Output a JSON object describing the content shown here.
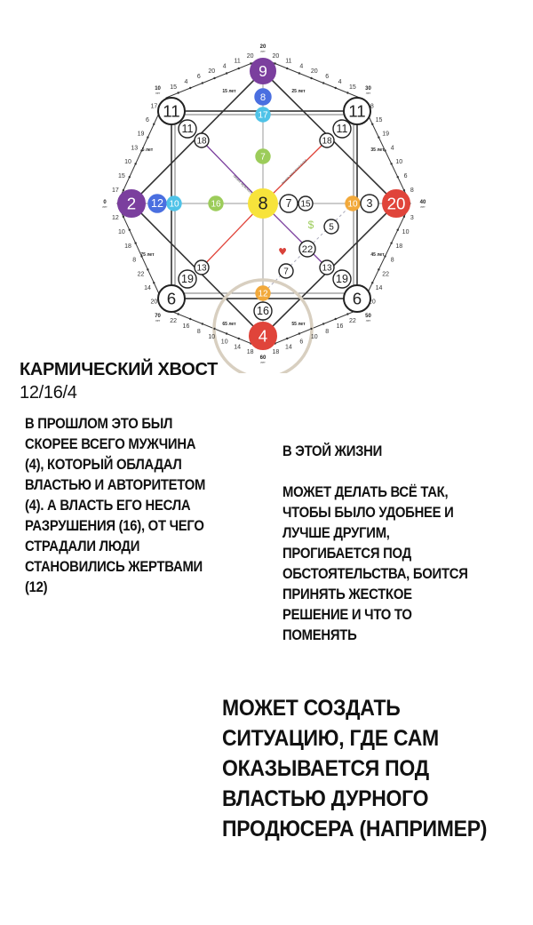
{
  "diagram": {
    "nodes": [
      {
        "id": "top",
        "value": "9",
        "color": "#7b3f9e",
        "text_color": "#ffffff"
      },
      {
        "id": "top2",
        "value": "8",
        "color": "#4a6fe0",
        "text_color": "#ffffff"
      },
      {
        "id": "top3",
        "value": "17",
        "color": "#4fc3e8",
        "text_color": "#ffffff"
      },
      {
        "id": "top4",
        "value": "7",
        "color": "#9ccc5a",
        "text_color": "#ffffff"
      },
      {
        "id": "center",
        "value": "8",
        "color": "#f7e33b",
        "text_color": "#222222"
      },
      {
        "id": "c_r1",
        "value": "7",
        "color": "#ffffff",
        "text_color": "#222222"
      },
      {
        "id": "c_r2",
        "value": "15",
        "color": "#ffffff",
        "text_color": "#222222"
      },
      {
        "id": "right3",
        "value": "10",
        "color": "#f2a93b",
        "text_color": "#ffffff"
      },
      {
        "id": "right2",
        "value": "3",
        "color": "#ffffff",
        "text_color": "#222222"
      },
      {
        "id": "right",
        "value": "20",
        "color": "#e0443a",
        "text_color": "#ffffff"
      },
      {
        "id": "left",
        "value": "2",
        "color": "#7b3f9e",
        "text_color": "#ffffff"
      },
      {
        "id": "left2",
        "value": "12",
        "color": "#4a6fe0",
        "text_color": "#ffffff"
      },
      {
        "id": "left3",
        "value": "10",
        "color": "#4fc3e8",
        "text_color": "#ffffff"
      },
      {
        "id": "left4",
        "value": "16",
        "color": "#9ccc5a",
        "text_color": "#ffffff"
      },
      {
        "id": "tl",
        "value": "11",
        "color": "#ffffff",
        "text_color": "#222222"
      },
      {
        "id": "tl2",
        "value": "11",
        "color": "#ffffff",
        "text_color": "#222222"
      },
      {
        "id": "tl3",
        "value": "18",
        "color": "#ffffff",
        "text_color": "#222222"
      },
      {
        "id": "tr",
        "value": "11",
        "color": "#ffffff",
        "text_color": "#222222"
      },
      {
        "id": "tr2",
        "value": "11",
        "color": "#ffffff",
        "text_color": "#222222"
      },
      {
        "id": "tr3",
        "value": "18",
        "color": "#ffffff",
        "text_color": "#222222"
      },
      {
        "id": "bl",
        "value": "6",
        "color": "#ffffff",
        "text_color": "#222222"
      },
      {
        "id": "bl2",
        "value": "19",
        "color": "#ffffff",
        "text_color": "#222222"
      },
      {
        "id": "bl3",
        "value": "13",
        "color": "#ffffff",
        "text_color": "#222222"
      },
      {
        "id": "br",
        "value": "6",
        "color": "#ffffff",
        "text_color": "#222222"
      },
      {
        "id": "br2",
        "value": "19",
        "color": "#ffffff",
        "text_color": "#222222"
      },
      {
        "id": "br3",
        "value": "13",
        "color": "#ffffff",
        "text_color": "#222222"
      },
      {
        "id": "bottom3",
        "value": "12",
        "color": "#f2a93b",
        "text_color": "#ffffff"
      },
      {
        "id": "bottom2",
        "value": "16",
        "color": "#ffffff",
        "text_color": "#222222"
      },
      {
        "id": "bottom",
        "value": "4",
        "color": "#e0443a",
        "text_color": "#ffffff"
      },
      {
        "id": "money",
        "value": "5",
        "color": "#ffffff",
        "text_color": "#222222"
      },
      {
        "id": "mid",
        "value": "22",
        "color": "#ffffff",
        "text_color": "#222222"
      },
      {
        "id": "love",
        "value": "7",
        "color": "#ffffff",
        "text_color": "#222222"
      }
    ],
    "symbols": {
      "money": "$",
      "money_color": "#9ccc5a",
      "heart": "♥",
      "heart_color": "#d9423a"
    },
    "line_labels": {
      "male": "линия мужского рода",
      "female": "линия женского рода"
    },
    "line_colors": {
      "male": "#7b3f9e",
      "female": "#e0443a",
      "highlight": "#d8cfc0"
    },
    "ages": {
      "top": "20",
      "top_right": "30",
      "right": "40",
      "bottom_right": "50",
      "bottom": "60",
      "bottom_left": "70",
      "left": "0",
      "top_left": "10",
      "unit": "лет"
    },
    "mid_ages": [
      "15 лет",
      "25 лет",
      "35 лет",
      "45 лет",
      "55 лет",
      "65 лет",
      "75 лет",
      "5 лет"
    ],
    "edge_numbers": {
      "top_left": [
        "15",
        "4",
        "6",
        "20",
        "4",
        "11",
        "20"
      ],
      "top_right": [
        "20",
        "11",
        "4",
        "20",
        "6",
        "4",
        "15"
      ],
      "right_upper": [
        "8",
        "15",
        "19",
        "4",
        "10",
        "6",
        "8"
      ],
      "right_lower": [
        "3",
        "10",
        "18",
        "8",
        "22",
        "14",
        "20"
      ],
      "bottom_right": [
        "22",
        "16",
        "8",
        "10",
        "6",
        "14",
        "18"
      ],
      "bottom_left": [
        "18",
        "14",
        "10",
        "10",
        "8",
        "16",
        "22"
      ],
      "left_lower": [
        "20",
        "14",
        "22",
        "8",
        "18",
        "10",
        "12"
      ],
      "left_upper": [
        "17",
        "15",
        "10",
        "13",
        "19",
        "6",
        "17"
      ]
    }
  },
  "heading": {
    "title": "КАРМИЧЕСКИЙ ХВОСТ",
    "code": "12/16/4"
  },
  "past": {
    "lines": [
      "В ПРОШЛОМ ЭТО БЫЛ",
      "СКОРЕЕ ВСЕГО МУЖЧИНА",
      "(4), КОТОРЫЙ ОБЛАДАЛ",
      "ВЛАСТЬЮ И АВТОРИТЕТОМ",
      "(4). А ВЛАСТЬ ЕГО НЕСЛА",
      "РАЗРУШЕНИЯ (16), ОТ ЧЕГО",
      "СТРАДАЛИ ЛЮДИ",
      "СТАНОВИЛИСЬ ЖЕРТВАМИ",
      "(12)"
    ]
  },
  "life": {
    "title": "В ЭТОЙ ЖИЗНИ",
    "lines": [
      "МОЖЕТ ДЕЛАТЬ ВСЁ ТАК,",
      "ЧТОБЫ БЫЛО УДОБНЕЕ И",
      "ЛУЧШЕ ДРУГИМ,",
      "ПРОГИБАЕТСЯ ПОД",
      "ОБСТОЯТЕЛЬСТВА, БОИТСЯ",
      "ПРИНЯТЬ ЖЕСТКОЕ",
      "РЕШЕНИЕ И ЧТО ТО",
      "ПОМЕНЯТЬ"
    ]
  },
  "big": {
    "lines": [
      "МОЖЕТ СОЗДАТЬ",
      "СИТУАЦИЮ, ГДЕ САМ",
      "ОКАЗЫВАЕТСЯ ПОД",
      "ВЛАСТЬЮ ДУРНОГО",
      "ПРОДЮСЕРА (НАПРИМЕР)"
    ]
  }
}
